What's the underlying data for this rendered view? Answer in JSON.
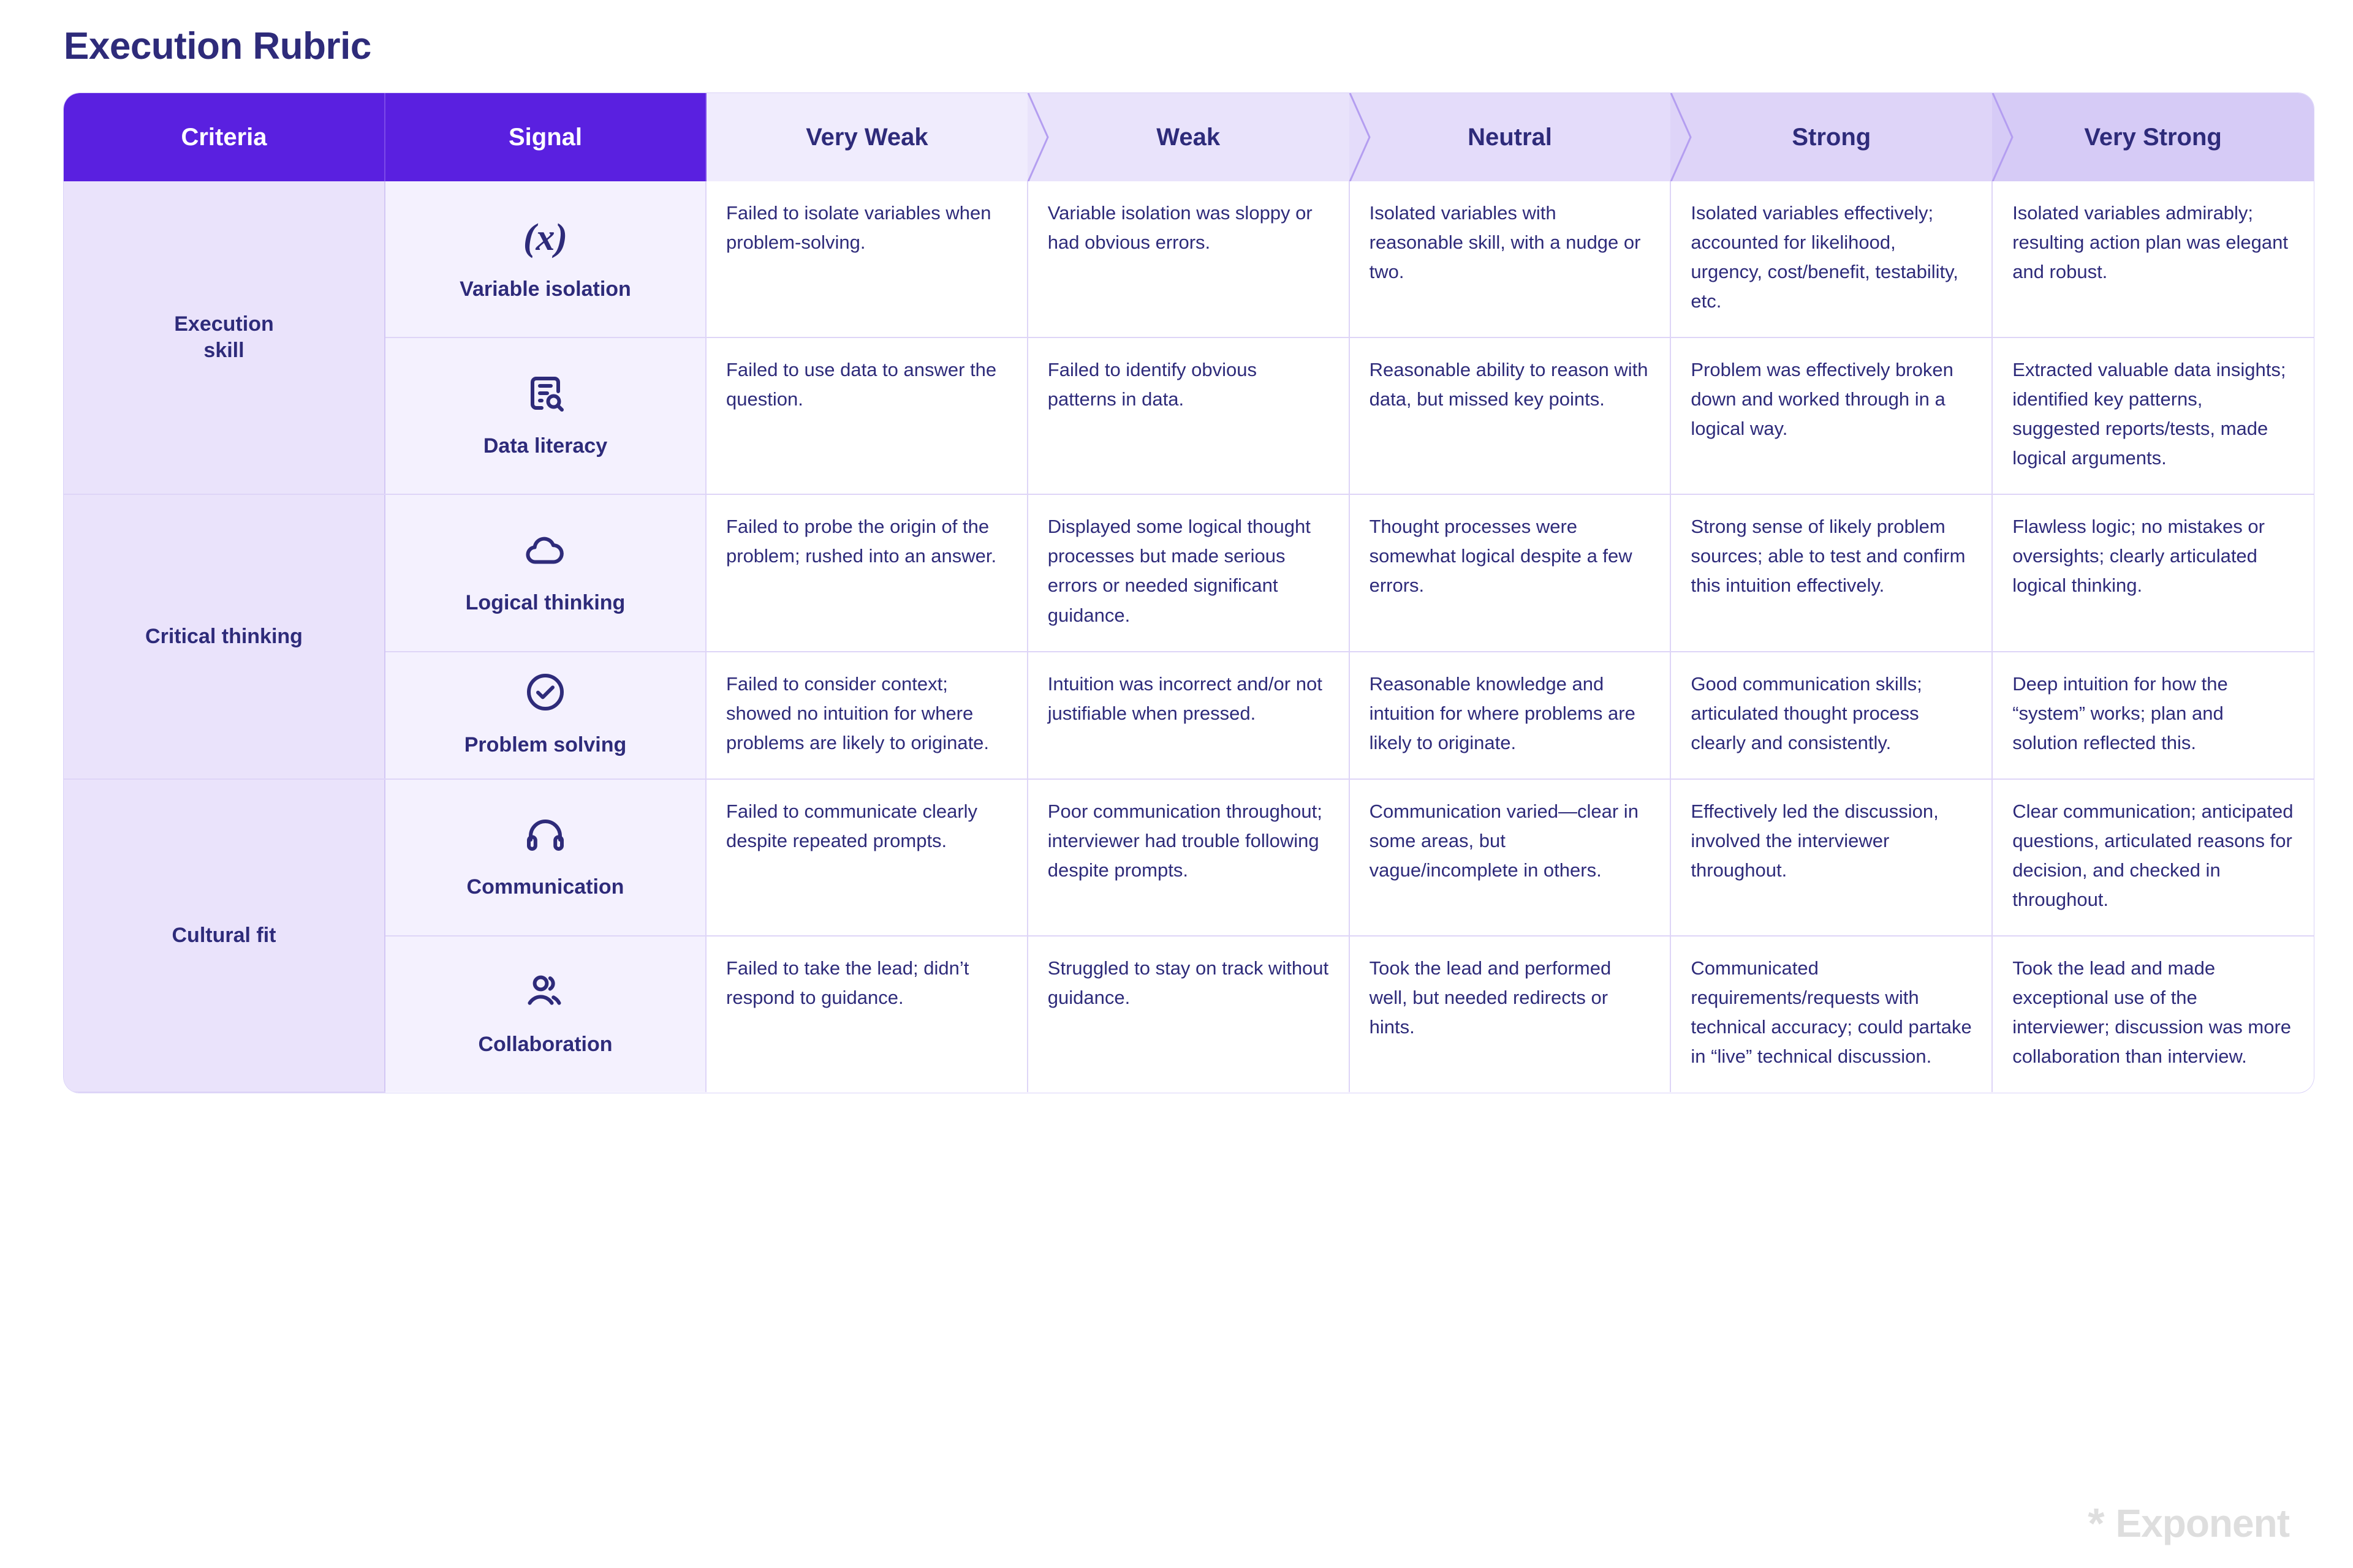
{
  "page": {
    "title": "Execution Rubric",
    "accent_dark": "#5a20e0",
    "text_color": "#2e2b7a",
    "header_gradient": [
      "#f0ecfd",
      "#e9e3fb",
      "#e4dcfa",
      "#ded4f8",
      "#d6cbf6"
    ],
    "criteria_cell_bg": "#eae3fb",
    "signal_cell_bg": "#f4f1fe",
    "brand": {
      "mark": "*",
      "name": "Exponent",
      "color": "#dedede"
    }
  },
  "table": {
    "headers": {
      "criteria": "Criteria",
      "signal": "Signal",
      "levels": [
        "Very Weak",
        "Weak",
        "Neutral",
        "Strong",
        "Very Strong"
      ]
    },
    "groups": [
      {
        "label": "Execution\nskill",
        "rowspan": 2
      },
      {
        "label": "Critical thinking",
        "rowspan": 2
      },
      {
        "label": "Cultural fit",
        "rowspan": 2
      }
    ],
    "rows": [
      {
        "group": "Execution skill",
        "signal": {
          "icon": "variable-x-icon",
          "glyph": "(x)",
          "label": "Variable isolation"
        },
        "levels": [
          "Failed to isolate variables when problem-solving.",
          "Variable isolation was sloppy or had obvious errors.",
          "Isolated variables with reasonable skill, with a nudge or two.",
          "Isolated variables effectively; accounted for likelihood, urgency, cost/benefit, testability, etc.",
          "Isolated variables admirably; resulting action plan was elegant and robust."
        ]
      },
      {
        "group": "Execution skill",
        "signal": {
          "icon": "document-search-icon",
          "glyph": "",
          "label": "Data literacy"
        },
        "levels": [
          "Failed to use data to answer the question.",
          "Failed to identify obvious patterns in data.",
          "Reasonable ability to reason with data, but missed key points.",
          "Problem was effectively broken down and worked through in a logical way.",
          "Extracted valuable data insights; identified key patterns, suggested reports/tests, made logical arguments."
        ]
      },
      {
        "group": "Critical thinking",
        "signal": {
          "icon": "cloud-icon",
          "glyph": "",
          "label": "Logical thinking"
        },
        "levels": [
          "Failed to probe the origin of the problem; rushed into an answer.",
          "Displayed some logical thought processes but made serious errors or needed significant guidance.",
          "Thought processes were somewhat logical despite a few errors.",
          "Strong sense of likely problem sources; able to test and confirm this intuition effectively.",
          "Flawless logic; no mistakes or oversights; clearly articulated logical thinking."
        ]
      },
      {
        "group": "Critical thinking",
        "signal": {
          "icon": "check-circle-icon",
          "glyph": "",
          "label": "Problem solving"
        },
        "levels": [
          "Failed to consider context; showed no intuition for where problems are likely to originate.",
          "Intuition was incorrect and/or not justifiable when pressed.",
          "Reasonable knowledge and intuition for where problems are likely to originate.",
          "Good communication skills; articulated thought process clearly and consistently.",
          "Deep intuition for how the “system” works; plan and solution reflected this."
        ]
      },
      {
        "group": "Cultural fit",
        "signal": {
          "icon": "headphones-icon",
          "glyph": "",
          "label": "Communication"
        },
        "levels": [
          "Failed to communicate clearly despite repeated prompts.",
          "Poor communication throughout; interviewer had trouble following despite prompts.",
          "Communication varied—clear in some areas, but vague/incomplete in others.",
          "Effectively led the discussion, involved the interviewer throughout.",
          "Clear communication; anticipated questions, articulated reasons for decision, and checked in throughout."
        ]
      },
      {
        "group": "Cultural fit",
        "signal": {
          "icon": "people-icon",
          "glyph": "",
          "label": "Collaboration"
        },
        "levels": [
          "Failed to take the lead; didn’t respond to guidance.",
          "Struggled to stay on track without guidance.",
          "Took the lead and performed well, but needed redirects or hints.",
          "Communicated requirements/requests with technical accuracy; could partake in “live” technical discussion.",
          "Took the lead and made exceptional use of the interviewer; discussion was more collaboration than interview."
        ]
      }
    ]
  }
}
